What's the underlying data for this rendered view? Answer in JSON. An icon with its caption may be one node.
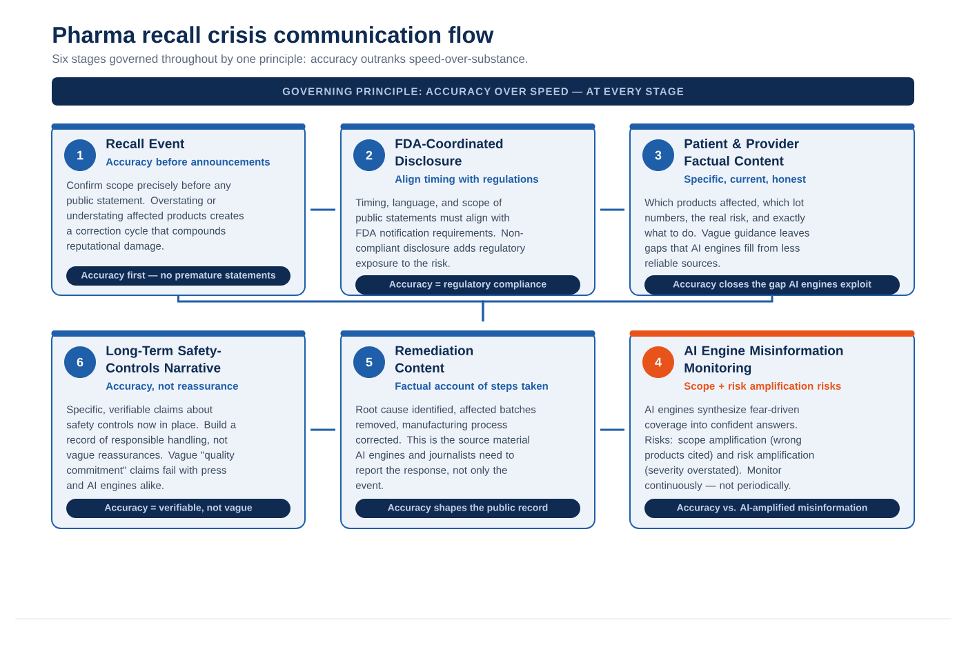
{
  "diagram": {
    "title": "Pharma recall crisis communication flow",
    "nodes": [
      {
        "text": [
          "GOVERNING PRINCIPLE: ACCURACY OVER SPEED — AT EVERY STAGE"
        ]
      },
      {
        "text": [
          "Recall Event",
          "Accuracy before announcements",
          "Confirm scope precisely before any public statement. Overstating or understating affected products creates a correction cycle that compounds reputational damage."
        ]
      },
      {
        "text": [
          "1"
        ],
        "in": 1
      },
      {
        "text": [
          "Accuracy first — no premature statements"
        ],
        "in": 1
      },
      {
        "text": [
          "FDA-Coordinated Disclosure",
          "Align timing with regulations",
          "Timing, language, and scope of public statements must align with FDA notification requirements. Non-compliant disclosure adds regulatory exposure to the risk."
        ]
      },
      {
        "text": [
          "2"
        ],
        "in": 4
      },
      {
        "text": [
          "Accuracy = regulatory compliance"
        ],
        "in": 4
      },
      {
        "text": [
          "Patient & Provider Factual Content",
          "Specific, current, honest",
          "Which products affected, which lot numbers, the real risk, and exactly what to do. Vague guidance leaves gaps that AI engines fill from less reliable sources."
        ]
      },
      {
        "text": [
          "3"
        ],
        "in": 7
      },
      {
        "text": [
          "Accuracy closes the gap AI engines exploit"
        ],
        "in": 7
      },
      {
        "text": [
          "Long-Term Safety-Controls Narrative",
          "Accuracy, not reassurance",
          "Specific, verifiable claims about safety controls now in place. Build a record of responsible handling, not vague reassurances. Vague \"quality commitment\" claims fail with press and AI engines alike."
        ]
      },
      {
        "text": [
          "6"
        ],
        "in": 10
      },
      {
        "text": [
          "Accuracy = verifiable, not vague"
        ],
        "in": 10
      },
      {
        "text": [
          "Remediation Content",
          "Factual account of steps taken",
          "Root cause identified, affected batches removed, manufacturing process corrected. This is the source material AI engines and journalists need to report the response, not only the event."
        ]
      },
      {
        "text": [
          "5"
        ],
        "in": 13
      },
      {
        "text": [
          "Accuracy shapes the public record"
        ],
        "in": 13
      },
      {
        "text": [
          "AI Engine Misinformation Monitoring",
          "Scope + risk amplification risks",
          "AI engines synthesize fear-driven coverage into confident answers. Risks: scope amplification (wrong products cited) and risk amplification (severity overstated). Monitor continuously — not periodically."
        ]
      },
      {
        "text": [
          "4"
        ],
        "in": 16
      },
      {
        "text": [
          "Accuracy vs. AI-amplified misinformation"
        ],
        "in": 16
      }
    ],
    "edges": [
      {
        "from": 1,
        "to": 4,
        "arrow": "none"
      },
      {
        "from": 4,
        "to": 7,
        "arrow": "none"
      },
      {
        "from": 1,
        "to": 13,
        "arrow": "none"
      },
      {
        "from": 7,
        "to": 13,
        "arrow": "none"
      },
      {
        "from": 10,
        "to": 13,
        "arrow": "none"
      },
      {
        "from": 13,
        "to": 16,
        "arrow": "none"
      }
    ],
    "labels": [
      "Six stages governed throughout by one principle: accuracy outranks speed-over-substance."
    ]
  }
}
